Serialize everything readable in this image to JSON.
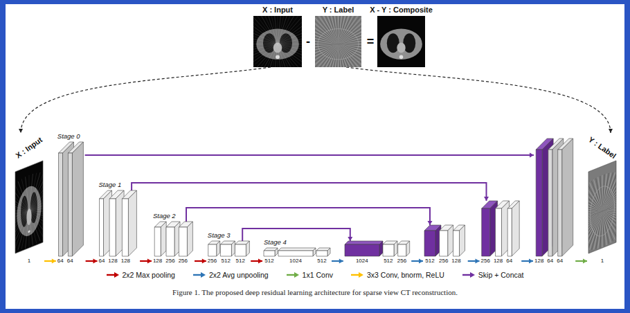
{
  "diagram": {
    "caption": "Figure 1. The proposed deep residual learning architecture for sparse view CT reconstruction.",
    "nodes": [
      {
        "text": [
          "X : Input"
        ]
      },
      {
        "text": [
          "Y : Label"
        ]
      },
      {
        "text": [
          "X - Y : Composite"
        ]
      },
      {
        "text": [
          "X : Input",
          "1"
        ]
      },
      {
        "text": [
          "Stage 0",
          "64",
          "64"
        ]
      },
      {
        "text": [
          "Stage 1",
          "64",
          "128",
          "128"
        ]
      },
      {
        "text": [
          "Stage 2",
          "128",
          "256",
          "256"
        ]
      },
      {
        "text": [
          "Stage 3",
          "256",
          "512",
          "512"
        ]
      },
      {
        "text": [
          "Stage 4",
          "512",
          "1024",
          "512"
        ]
      },
      {
        "text": [
          "1024",
          "512",
          "256"
        ]
      },
      {
        "text": [
          "512",
          "256",
          "128"
        ]
      },
      {
        "text": [
          "256",
          "128",
          "64"
        ]
      },
      {
        "text": [
          "128",
          "64",
          "64"
        ]
      },
      {
        "text": [
          "Y : Label",
          "1"
        ]
      }
    ],
    "edges": [
      {
        "from": 0,
        "to": 3,
        "arrow": "to"
      },
      {
        "from": 1,
        "to": 13,
        "arrow": "to"
      },
      {
        "from": 3,
        "to": 4,
        "arrow": "to"
      },
      {
        "from": 4,
        "to": 5,
        "arrow": "to"
      },
      {
        "from": 5,
        "to": 6,
        "arrow": "to"
      },
      {
        "from": 6,
        "to": 7,
        "arrow": "to"
      },
      {
        "from": 7,
        "to": 8,
        "arrow": "to"
      },
      {
        "from": 8,
        "to": 9,
        "arrow": "to"
      },
      {
        "from": 9,
        "to": 10,
        "arrow": "to"
      },
      {
        "from": 10,
        "to": 11,
        "arrow": "to"
      },
      {
        "from": 11,
        "to": 12,
        "arrow": "to"
      },
      {
        "from": 12,
        "to": 13,
        "arrow": "to"
      },
      {
        "from": 4,
        "to": 12,
        "arrow": "to"
      },
      {
        "from": 5,
        "to": 11,
        "arrow": "to"
      },
      {
        "from": 6,
        "to": 10,
        "arrow": "to"
      },
      {
        "from": 7,
        "to": 9,
        "arrow": "to"
      }
    ],
    "labels": [
      "-",
      "="
    ],
    "legend": [
      {
        "text": "2x2 Max pooling",
        "color": "#c00000"
      },
      {
        "text": "2x2 Avg unpooling",
        "color": "#2e75b6"
      },
      {
        "text": "1x1 Conv",
        "color": "#70ad47"
      },
      {
        "text": "3x3 Conv, bnorm, ReLU",
        "color": "#ffc000"
      },
      {
        "text": "Skip + Concat",
        "color": "#7030a0"
      }
    ]
  }
}
